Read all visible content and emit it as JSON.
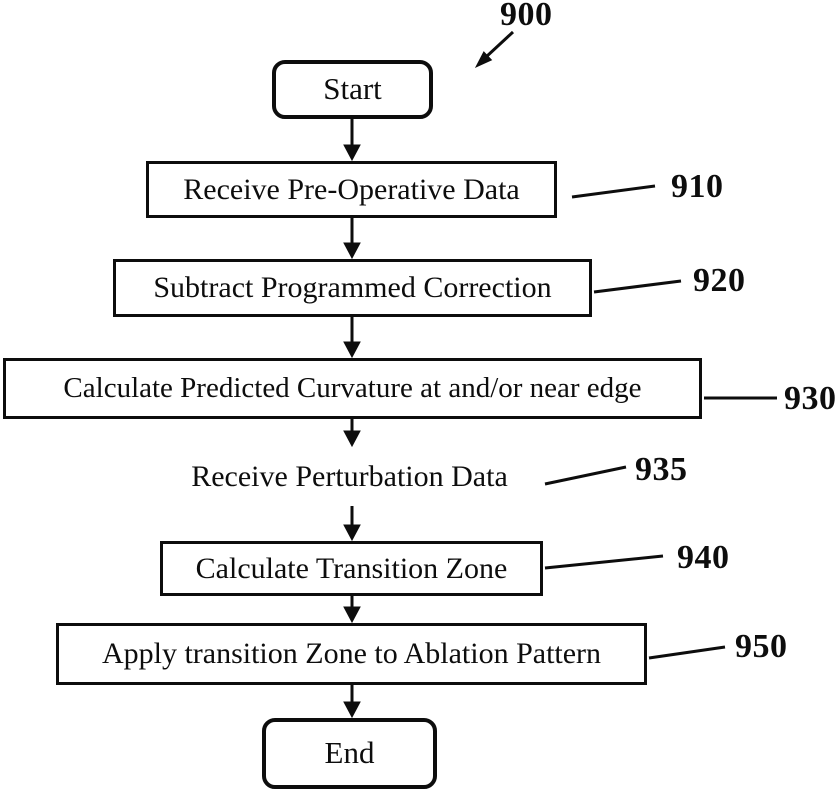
{
  "figure": {
    "ref": "900",
    "type": "flowchart",
    "colors": {
      "ink": "#0d0d0d",
      "paper": "#ffffff"
    }
  },
  "nodes": [
    {
      "id": "start",
      "label": "Start",
      "ref": "",
      "shape": "terminator"
    },
    {
      "id": "receive-preop-data",
      "label": "Receive Pre-Operative Data",
      "ref": "910",
      "shape": "process"
    },
    {
      "id": "subtract-correction",
      "label": "Subtract Programmed Correction",
      "ref": "920",
      "shape": "process"
    },
    {
      "id": "calculate-curvature",
      "label": "Calculate Predicted Curvature at and/or near edge",
      "ref": "930",
      "shape": "process"
    },
    {
      "id": "receive-perturbation",
      "label": "Receive Perturbation Data",
      "ref": "935",
      "shape": "process-dashed"
    },
    {
      "id": "calculate-transition",
      "label": "Calculate Transition Zone",
      "ref": "940",
      "shape": "process"
    },
    {
      "id": "apply-transition",
      "label": "Apply transition Zone to Ablation Pattern",
      "ref": "950",
      "shape": "process"
    },
    {
      "id": "end",
      "label": "End",
      "ref": "",
      "shape": "terminator"
    }
  ]
}
